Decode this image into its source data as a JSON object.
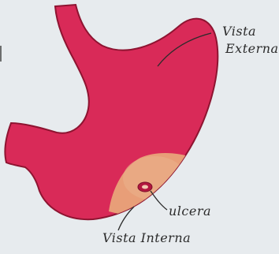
{
  "labels": {
    "external_line1": "Vista",
    "external_line2": "Externa",
    "ulcer": "ulcera",
    "internal": "Vista Interna"
  },
  "colors": {
    "background": "#e7ebee",
    "stomach": "#d92a58",
    "stomach_edge": "#8e1431",
    "internal_view": "#e9a47a",
    "ulcer": "#b3163e",
    "ink": "#2b2b2b"
  }
}
